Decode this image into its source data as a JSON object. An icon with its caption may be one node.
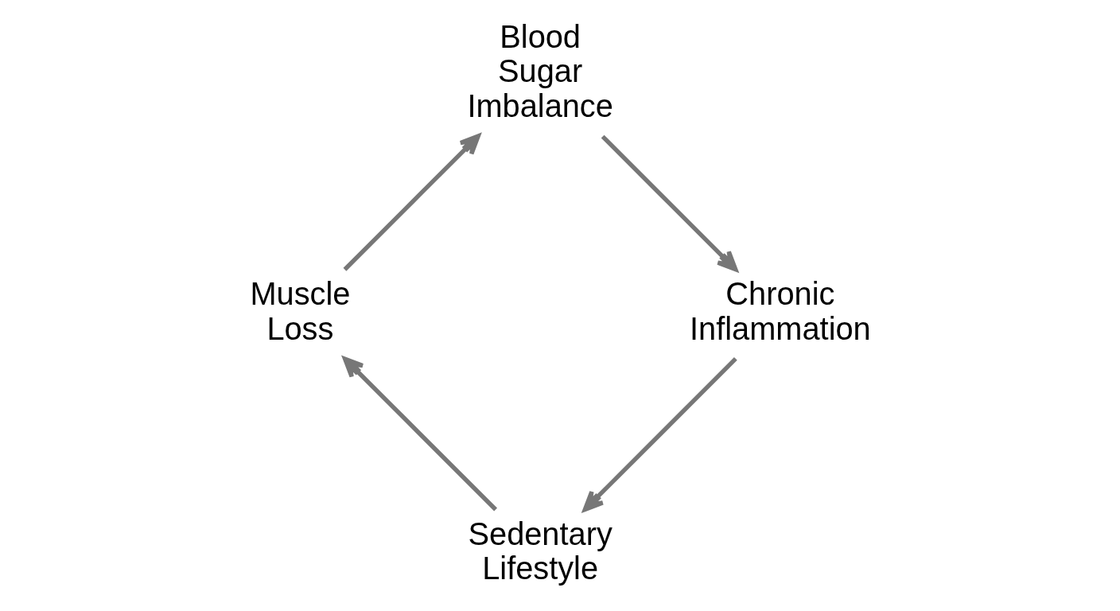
{
  "diagram": {
    "nodes": [
      {
        "text": [
          "Sedentary Lifestyle"
        ]
      },
      {
        "text": [
          "Muscle Loss"
        ]
      },
      {
        "text": [
          "Blood Sugar Imbalance"
        ]
      },
      {
        "text": [
          "Chronic Inflammation"
        ]
      }
    ],
    "edges": [
      {
        "from": 0,
        "to": 1,
        "arrow": "to"
      },
      {
        "from": 1,
        "to": 2,
        "arrow": "to"
      },
      {
        "from": 2,
        "to": 3,
        "arrow": "to"
      },
      {
        "from": 3,
        "to": 0,
        "arrow": "to"
      }
    ]
  }
}
